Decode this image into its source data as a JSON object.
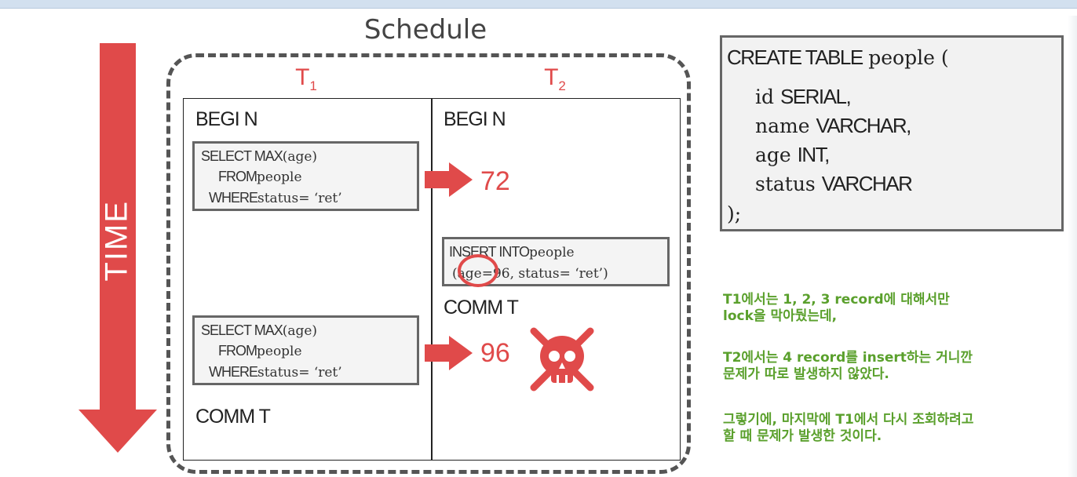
{
  "title": "Schedule",
  "time_label": "TIME",
  "columns": [
    {
      "name": "T",
      "sub": "1"
    },
    {
      "name": "T",
      "sub": "2"
    }
  ],
  "t1": {
    "begin": "BEGI N",
    "query1": {
      "l1_kw": "SELECT MAX",
      "l1_rest": "(age)",
      "l2_kw": "FROM",
      "l2_rest": "people",
      "l3_kw": "WHERE",
      "l3_rest": "status= ‘ret’"
    },
    "query2": {
      "l1_kw": "SELECT MAX",
      "l1_rest": "(age)",
      "l2_kw": "FROM",
      "l2_rest": "people",
      "l3_kw": "WHERE",
      "l3_rest": "status= ‘ret’"
    },
    "commit": "COMM T"
  },
  "t2": {
    "begin": "BEGI N",
    "insert": {
      "l1_kw": "INSERT INTO",
      "l1_rest": "people",
      "l2": "(age=96, status= ‘ret’)"
    },
    "commit": "COMM T"
  },
  "results": {
    "first": "72",
    "second": "96"
  },
  "code": {
    "l1_kw": "CREATE TABLE",
    "l1_rest": "people (",
    "l2_pre": "id ",
    "l2_kw": "SERIAL,",
    "l3_pre": "name ",
    "l3_kw": "VARCHAR,",
    "l4_pre": "age ",
    "l4_kw": "INT,",
    "l5_pre": "status ",
    "l5_kw": "VARCHAR",
    "l6": ");"
  },
  "note": {
    "p1_l1": "T1에서는 1, 2, 3 record에 대해서만",
    "p1_l2": "lock을 막아뒀는데,",
    "p2_l1": "T2에서는 4 record를 insert하는 거니깐",
    "p2_l2": "문제가 따로 발생하지 않았다.",
    "p3_l1": "그렇기에, 마지막에 T1에서 다시 조회하려고",
    "p3_l2": "할 때 문제가 발생한 것이다."
  },
  "colors": {
    "accent": "#e04a4a",
    "note": "#5aa02c"
  },
  "icons": [
    "skull-crossbones-icon",
    "arrow-right-icon"
  ]
}
